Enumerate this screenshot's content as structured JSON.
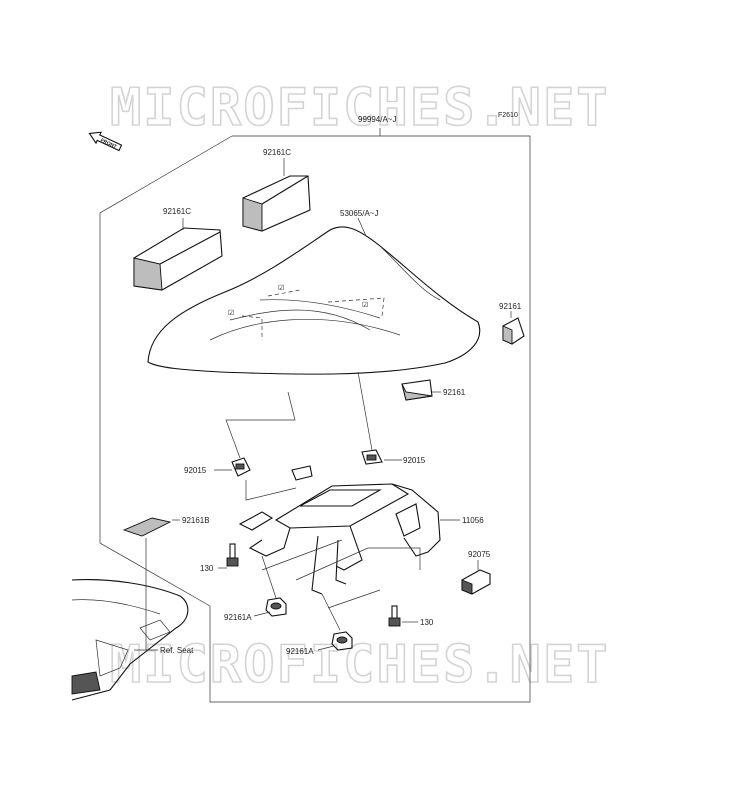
{
  "watermark": {
    "top": "MICROFICHES.NET",
    "bottom": "MICROFICHES.NET"
  },
  "diagram_code": "F2610",
  "front_label": "FRONT",
  "labels": {
    "kit": "99994/A~J",
    "pad_c_top": "92161C",
    "pad_c_left": "92161C",
    "seat_cover": "53065/A~J",
    "pad_right": "92161",
    "pad_mid": "92161",
    "nut_left": "92015",
    "nut_right": "92015",
    "pad_b": "92161B",
    "bracket": "11056",
    "bolt_left": "130",
    "pad_92075": "92075",
    "foot_left": "92161A",
    "bolt_right": "130",
    "ref_seat": "Ref. Seat",
    "foot_right": "92161A"
  }
}
